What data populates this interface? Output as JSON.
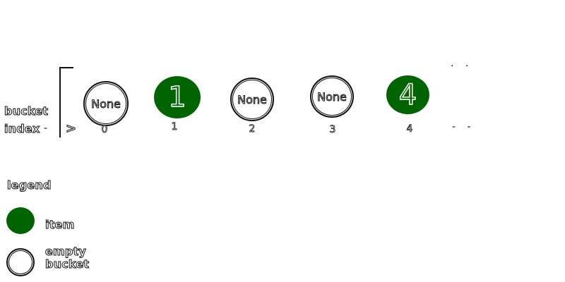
{
  "axis": {
    "label_line1": "bucket",
    "label_line2": "index",
    "arrow": ">"
  },
  "buckets": [
    {
      "kind": "empty",
      "text": "None",
      "index": "0"
    },
    {
      "kind": "item",
      "text": "1",
      "index": "1"
    },
    {
      "kind": "empty",
      "text": "None",
      "index": "2"
    },
    {
      "kind": "empty",
      "text": "None",
      "index": "3"
    },
    {
      "kind": "item",
      "text": "4",
      "index": "4"
    }
  ],
  "legend": {
    "title": "legend",
    "item_label": "item",
    "empty_label_line1": "empty",
    "empty_label_line2": "bucket"
  },
  "colors": {
    "item_fill": "#006400",
    "stroke": "#111111",
    "background": "#ffffff"
  }
}
